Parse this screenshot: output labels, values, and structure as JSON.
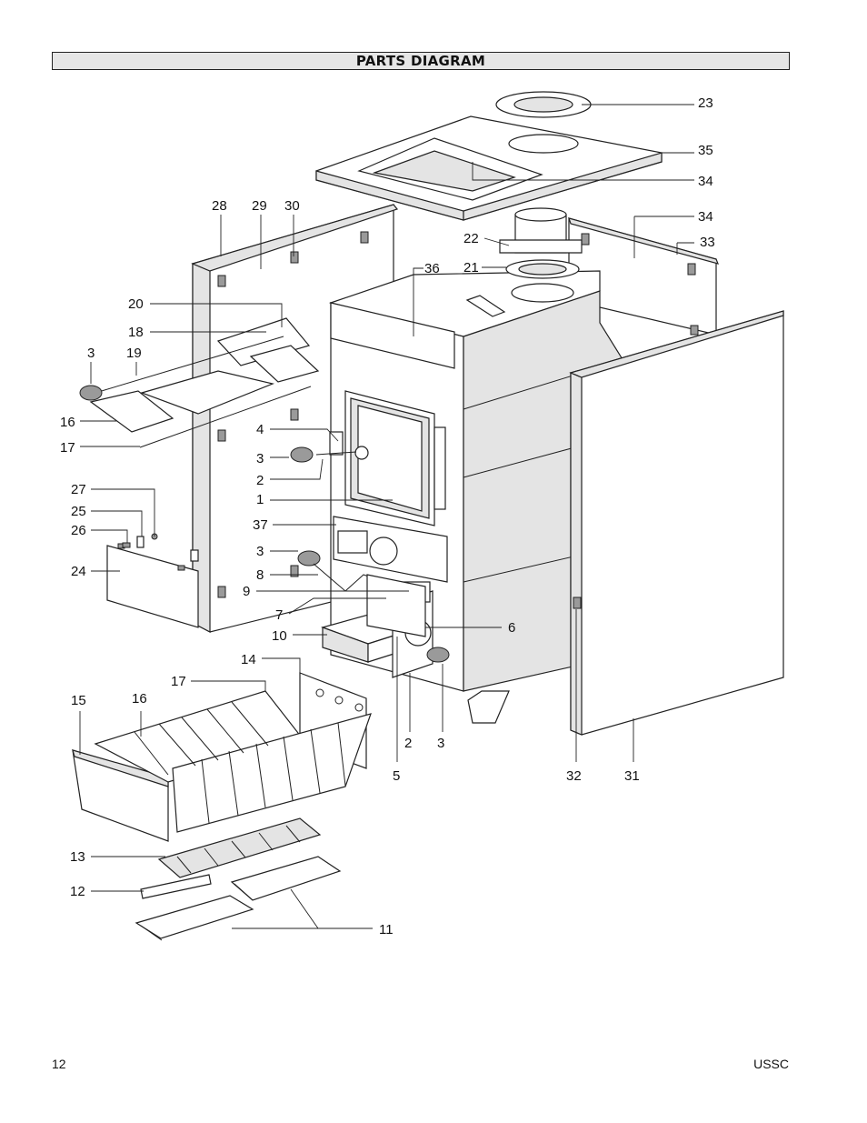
{
  "header": {
    "title": "PARTS DIAGRAM"
  },
  "footer": {
    "page_number": "12",
    "brand": "USSC"
  },
  "callouts": [
    {
      "id": "c23",
      "label": "23"
    },
    {
      "id": "c35",
      "label": "35"
    },
    {
      "id": "c34a",
      "label": "34"
    },
    {
      "id": "c28",
      "label": "28"
    },
    {
      "id": "c29",
      "label": "29"
    },
    {
      "id": "c30",
      "label": "30"
    },
    {
      "id": "c22",
      "label": "22"
    },
    {
      "id": "c34b",
      "label": "34"
    },
    {
      "id": "c33",
      "label": "33"
    },
    {
      "id": "c21",
      "label": "21"
    },
    {
      "id": "c36",
      "label": "36"
    },
    {
      "id": "c20",
      "label": "20"
    },
    {
      "id": "c18",
      "label": "18"
    },
    {
      "id": "c3a",
      "label": "3"
    },
    {
      "id": "c19",
      "label": "19"
    },
    {
      "id": "c16a",
      "label": "16"
    },
    {
      "id": "c17a",
      "label": "17"
    },
    {
      "id": "c4",
      "label": "4"
    },
    {
      "id": "c3b",
      "label": "3"
    },
    {
      "id": "c2a",
      "label": "2"
    },
    {
      "id": "c1",
      "label": "1"
    },
    {
      "id": "c27",
      "label": "27"
    },
    {
      "id": "c25",
      "label": "25"
    },
    {
      "id": "c26",
      "label": "26"
    },
    {
      "id": "c37",
      "label": "37"
    },
    {
      "id": "c24",
      "label": "24"
    },
    {
      "id": "c3c",
      "label": "3"
    },
    {
      "id": "c8",
      "label": "8"
    },
    {
      "id": "c9",
      "label": "9"
    },
    {
      "id": "c7",
      "label": "7"
    },
    {
      "id": "c6",
      "label": "6"
    },
    {
      "id": "c10",
      "label": "10"
    },
    {
      "id": "c14",
      "label": "14"
    },
    {
      "id": "c17b",
      "label": "17"
    },
    {
      "id": "c15",
      "label": "15"
    },
    {
      "id": "c16b",
      "label": "16"
    },
    {
      "id": "c2b",
      "label": "2"
    },
    {
      "id": "c3d",
      "label": "3"
    },
    {
      "id": "c5",
      "label": "5"
    },
    {
      "id": "c32",
      "label": "32"
    },
    {
      "id": "c31",
      "label": "31"
    },
    {
      "id": "c13",
      "label": "13"
    },
    {
      "id": "c12",
      "label": "12"
    },
    {
      "id": "c11",
      "label": "11"
    }
  ]
}
